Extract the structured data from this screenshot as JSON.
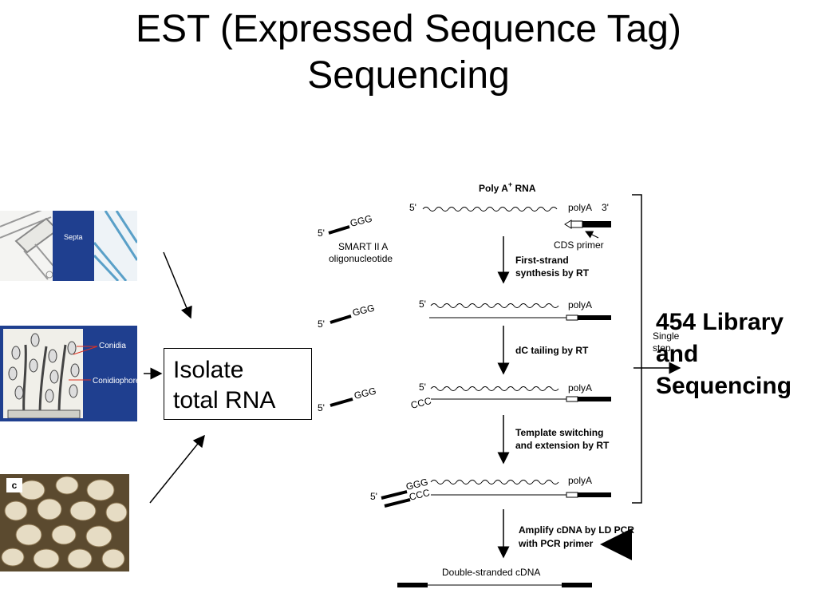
{
  "title": {
    "line1": "EST (Expressed Sequence Tag)",
    "line2": "Sequencing"
  },
  "images": {
    "hyphae": {
      "label": "Septa"
    },
    "conidiophore": {
      "labels": [
        "Conidia",
        "Conidiophore"
      ]
    },
    "sclerotia": {
      "panel_letter": "c"
    }
  },
  "process_box": {
    "line1": "Isolate",
    "line2": "total RNA"
  },
  "result": {
    "line1": "454 Library",
    "line2": "and",
    "line3": "Sequencing"
  },
  "smart_diagram": {
    "heading": "Poly A",
    "heading_sup": "+",
    "heading_suffix": " RNA",
    "five_prime": "5'",
    "three_prime": "3'",
    "polyA": "polyA",
    "cds_primer": "CDS primer",
    "ggg": "GGG",
    "ccc": "CCC",
    "smart_label_1": "SMART II A",
    "smart_label_2": "oligonucleotide",
    "step1_1": "First-strand",
    "step1_2": "synthesis by RT",
    "step2": "dC tailing by RT",
    "step3_1": "Template switching",
    "step3_2": "and extension by RT",
    "step4_1": "Amplify cDNA by LD PCR",
    "step4_2": "with PCR primer",
    "single_1": "Single",
    "single_2": "step",
    "final": "Double-stranded cDNA"
  }
}
